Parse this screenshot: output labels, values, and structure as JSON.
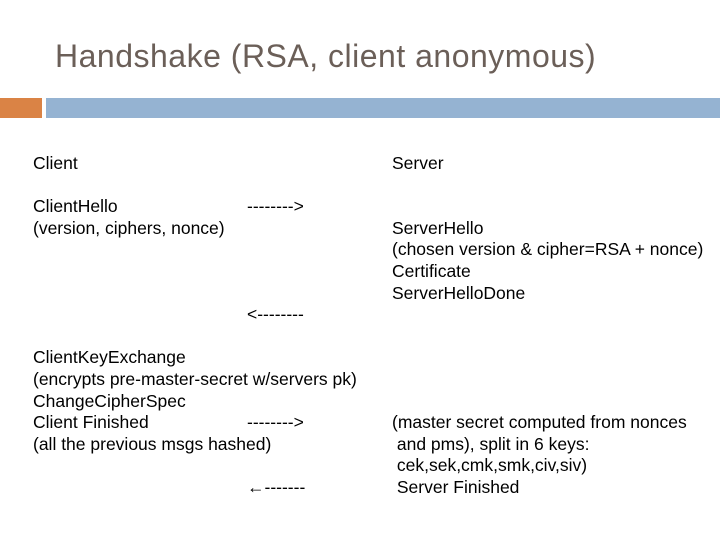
{
  "slide": {
    "title": "Handshake (RSA, client anonymous)",
    "colors": {
      "title_text": "#6B5F58",
      "accent_orange": "#DA8345",
      "accent_blue": "#95B3D2",
      "body_text": "#000000",
      "background": "#FFFFFF"
    }
  },
  "diagram": {
    "left_column": {
      "lines": [
        "Client",
        "",
        "ClientHello",
        "(version, ciphers, nonce)",
        "",
        "",
        "",
        "",
        "",
        "ClientKeyExchange",
        "(encrypts pre-master-secret w/servers pk)",
        "ChangeCipherSpec",
        "Client Finished",
        "(all the previous msgs hashed)",
        "",
        ""
      ]
    },
    "middle_column": {
      "lines": [
        "",
        "",
        "-------->",
        "",
        "",
        "",
        "",
        "<--------",
        "",
        "",
        "",
        "",
        "-------->",
        "",
        "",
        "←-------"
      ]
    },
    "right_column": {
      "lines": [
        "Server",
        "",
        "",
        "ServerHello",
        "(chosen version & cipher=RSA + nonce)",
        "Certificate",
        "ServerHelloDone",
        "",
        "",
        "",
        "",
        "",
        "(master secret computed from nonces",
        " and pms), split in 6 keys:",
        " cek,sek,cmk,smk,civ,siv)",
        " Server Finished"
      ]
    }
  }
}
